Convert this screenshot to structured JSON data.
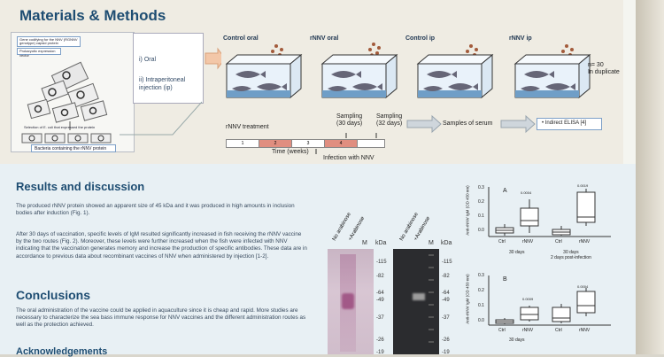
{
  "methods": {
    "title": "Materials & Methods",
    "flow": {
      "cloning_label": "Gene codifying for the NNV (RGNNV genotype) capsid protein",
      "vector_label": "Prokaryotic expression vector",
      "selection_label": "Selection of E. coli that expressed the protein",
      "bacteria_label": "Bacteria containing the rNNV protein"
    },
    "routes": {
      "oral": "i) Oral",
      "ip": "ii) Intraperitoneal injection (ip)"
    },
    "groups": [
      "Control oral",
      "rNNV oral",
      "Control ip",
      "rNNV ip"
    ],
    "group_note": "n= 30\nIn duplicate",
    "treatment_label": "rNNV treatment",
    "timeline_weeks": [
      "1",
      "2",
      "3",
      "4"
    ],
    "time_axis": "Time (weeks)",
    "sampling1": "Sampling\n(30 days)",
    "sampling2": "Sampling\n(32 days)",
    "infection": "Infection with NNV",
    "serum": "Samples of serum",
    "elisa": "• Indirect ELISA [4]"
  },
  "results": {
    "title": "Results and discussion",
    "p1": "The produced rNNV protein showed an apparent size of 45 kDa and it was produced in high amounts in inclusion bodies after induction (Fig. 1).",
    "p2": "After 30 days of vaccination, specific levels of IgM resulted significantly increased in fish receiving the rNNV vaccine by the two routes (Fig. 2). Moreover, these levels were further increased when the fish were infected with NNV indicating that the vaccination generates memory and increase the production of specific antibodies. These data are in accordance to previous data about recombinant vaccines of NNV when administered by injection [1-2]."
  },
  "conclusions": {
    "title": "Conclusions",
    "p1": "The oral administration of the vaccine could be applied in aquaculture since it is cheap and rapid. More studies are necessary to characterize the sea bass immune response for NNV vaccines and the different administration routes as well as the protection achieved."
  },
  "ack": {
    "title": "Acknowledgements"
  },
  "gel": {
    "lanes_left": [
      "No arabinose",
      "+Arabinose"
    ],
    "marker": "M",
    "lanes_right": [
      "No arabinose",
      "+Arabinose"
    ],
    "kda_label": "kDa",
    "kda_values": [
      "-115",
      "-82",
      "-64",
      "-49",
      "-37",
      "-26",
      "-19"
    ]
  },
  "charts": {
    "ylabel": "Anti-rNNV IgM (OD 450 nm)",
    "top": {
      "letter": "A",
      "yticks": [
        "0.3",
        "0.2",
        "0.1",
        "0.0"
      ],
      "xlabels": [
        "Ctrl",
        "rNNV",
        "Ctrl",
        "rNNV"
      ],
      "groups": [
        "30 days",
        "30 days\n2 days post-infection"
      ],
      "pvals": [
        "0.0004",
        "0.0019"
      ]
    },
    "bottom": {
      "letter": "B",
      "yticks": [
        "0.3",
        "0.2",
        "0.1",
        "0.0"
      ],
      "xlabels": [
        "Ctrl",
        "rNNV",
        "Ctrl",
        "rNNV"
      ],
      "groups": [
        "30 days"
      ],
      "pvals": [
        "0.0009",
        "0.0004"
      ]
    }
  }
}
